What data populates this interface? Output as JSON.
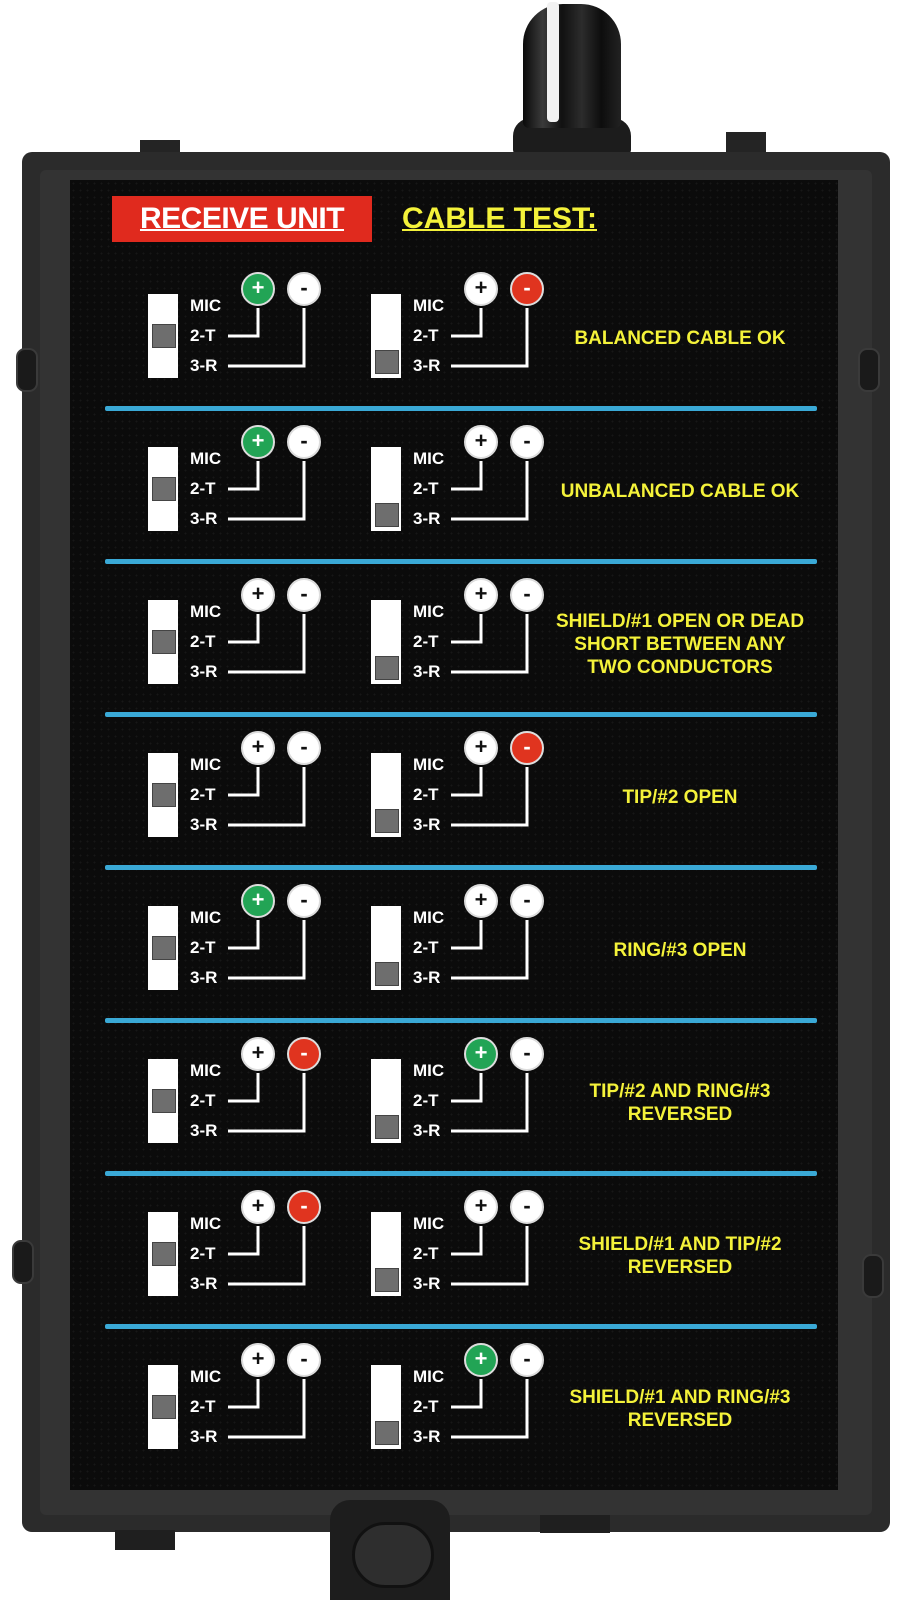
{
  "header": {
    "receive_unit": "RECEIVE UNIT",
    "cable_test": "CABLE TEST:"
  },
  "switch_labels": {
    "mic": "MIC",
    "tip": "2-T",
    "ring": "3-R"
  },
  "led_symbols": {
    "plus": "+",
    "minus": "-"
  },
  "colors": {
    "receive_unit_bg": "#e02a1e",
    "cable_test_text": "#f4f23a",
    "divider": "#3aa9d6",
    "led_green": "#22a455",
    "led_red": "#e0341f",
    "led_off": "#ffffff"
  },
  "tests": [
    {
      "left": {
        "switch": "middle",
        "plus": "green",
        "minus": "off"
      },
      "right": {
        "switch": "bottom",
        "plus": "off",
        "minus": "red"
      },
      "result": "BALANCED CABLE OK"
    },
    {
      "left": {
        "switch": "middle",
        "plus": "green",
        "minus": "off"
      },
      "right": {
        "switch": "bottom",
        "plus": "off",
        "minus": "off"
      },
      "result": "UNBALANCED CABLE OK"
    },
    {
      "left": {
        "switch": "middle",
        "plus": "off",
        "minus": "off"
      },
      "right": {
        "switch": "bottom",
        "plus": "off",
        "minus": "off"
      },
      "result": "SHIELD/#1 OPEN OR DEAD\nSHORT BETWEEN ANY\nTWO CONDUCTORS"
    },
    {
      "left": {
        "switch": "middle",
        "plus": "off",
        "minus": "off"
      },
      "right": {
        "switch": "bottom",
        "plus": "off",
        "minus": "red"
      },
      "result": "TIP/#2 OPEN"
    },
    {
      "left": {
        "switch": "middle",
        "plus": "green",
        "minus": "off"
      },
      "right": {
        "switch": "bottom",
        "plus": "off",
        "minus": "off"
      },
      "result": "RING/#3 OPEN"
    },
    {
      "left": {
        "switch": "middle",
        "plus": "off",
        "minus": "red"
      },
      "right": {
        "switch": "bottom",
        "plus": "green",
        "minus": "off"
      },
      "result": "TIP/#2 AND RING/#3\nREVERSED"
    },
    {
      "left": {
        "switch": "middle",
        "plus": "off",
        "minus": "red"
      },
      "right": {
        "switch": "bottom",
        "plus": "off",
        "minus": "off"
      },
      "result": "SHIELD/#1 AND TIP/#2\nREVERSED"
    },
    {
      "left": {
        "switch": "middle",
        "plus": "off",
        "minus": "off"
      },
      "right": {
        "switch": "bottom",
        "plus": "green",
        "minus": "off"
      },
      "result": "SHIELD/#1 AND RING/#3\nREVERSED"
    }
  ]
}
